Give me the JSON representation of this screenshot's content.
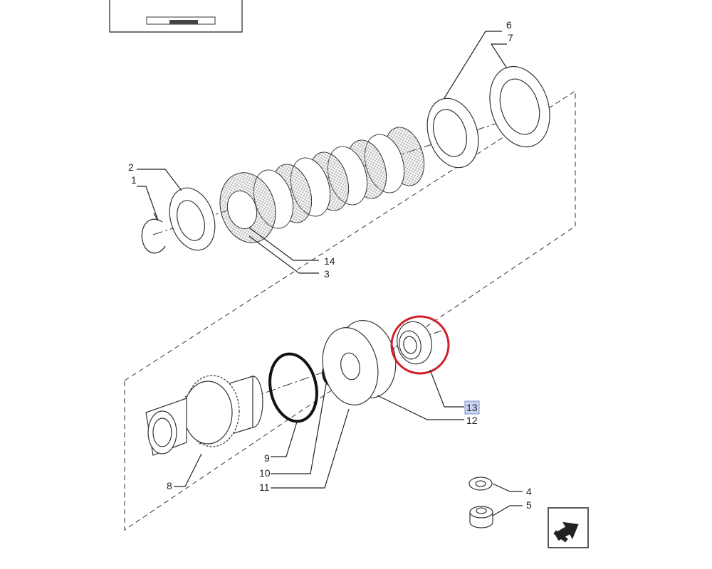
{
  "diagram": {
    "callouts": [
      {
        "id": "c1",
        "label": "1"
      },
      {
        "id": "c2",
        "label": "2"
      },
      {
        "id": "c3",
        "label": "3"
      },
      {
        "id": "c4",
        "label": "4"
      },
      {
        "id": "c5",
        "label": "5"
      },
      {
        "id": "c6",
        "label": "6"
      },
      {
        "id": "c7",
        "label": "7"
      },
      {
        "id": "c8",
        "label": "8"
      },
      {
        "id": "c9",
        "label": "9"
      },
      {
        "id": "c10",
        "label": "10"
      },
      {
        "id": "c11",
        "label": "11"
      },
      {
        "id": "c12",
        "label": "12"
      },
      {
        "id": "c13",
        "label": "13",
        "highlighted": true
      },
      {
        "id": "c14",
        "label": "14"
      }
    ],
    "highlight": {
      "part": "13",
      "circle_color": "#d0202a",
      "label_bg": "#c8d4f0"
    },
    "nav_icon": "next-page-arrow-icon"
  }
}
